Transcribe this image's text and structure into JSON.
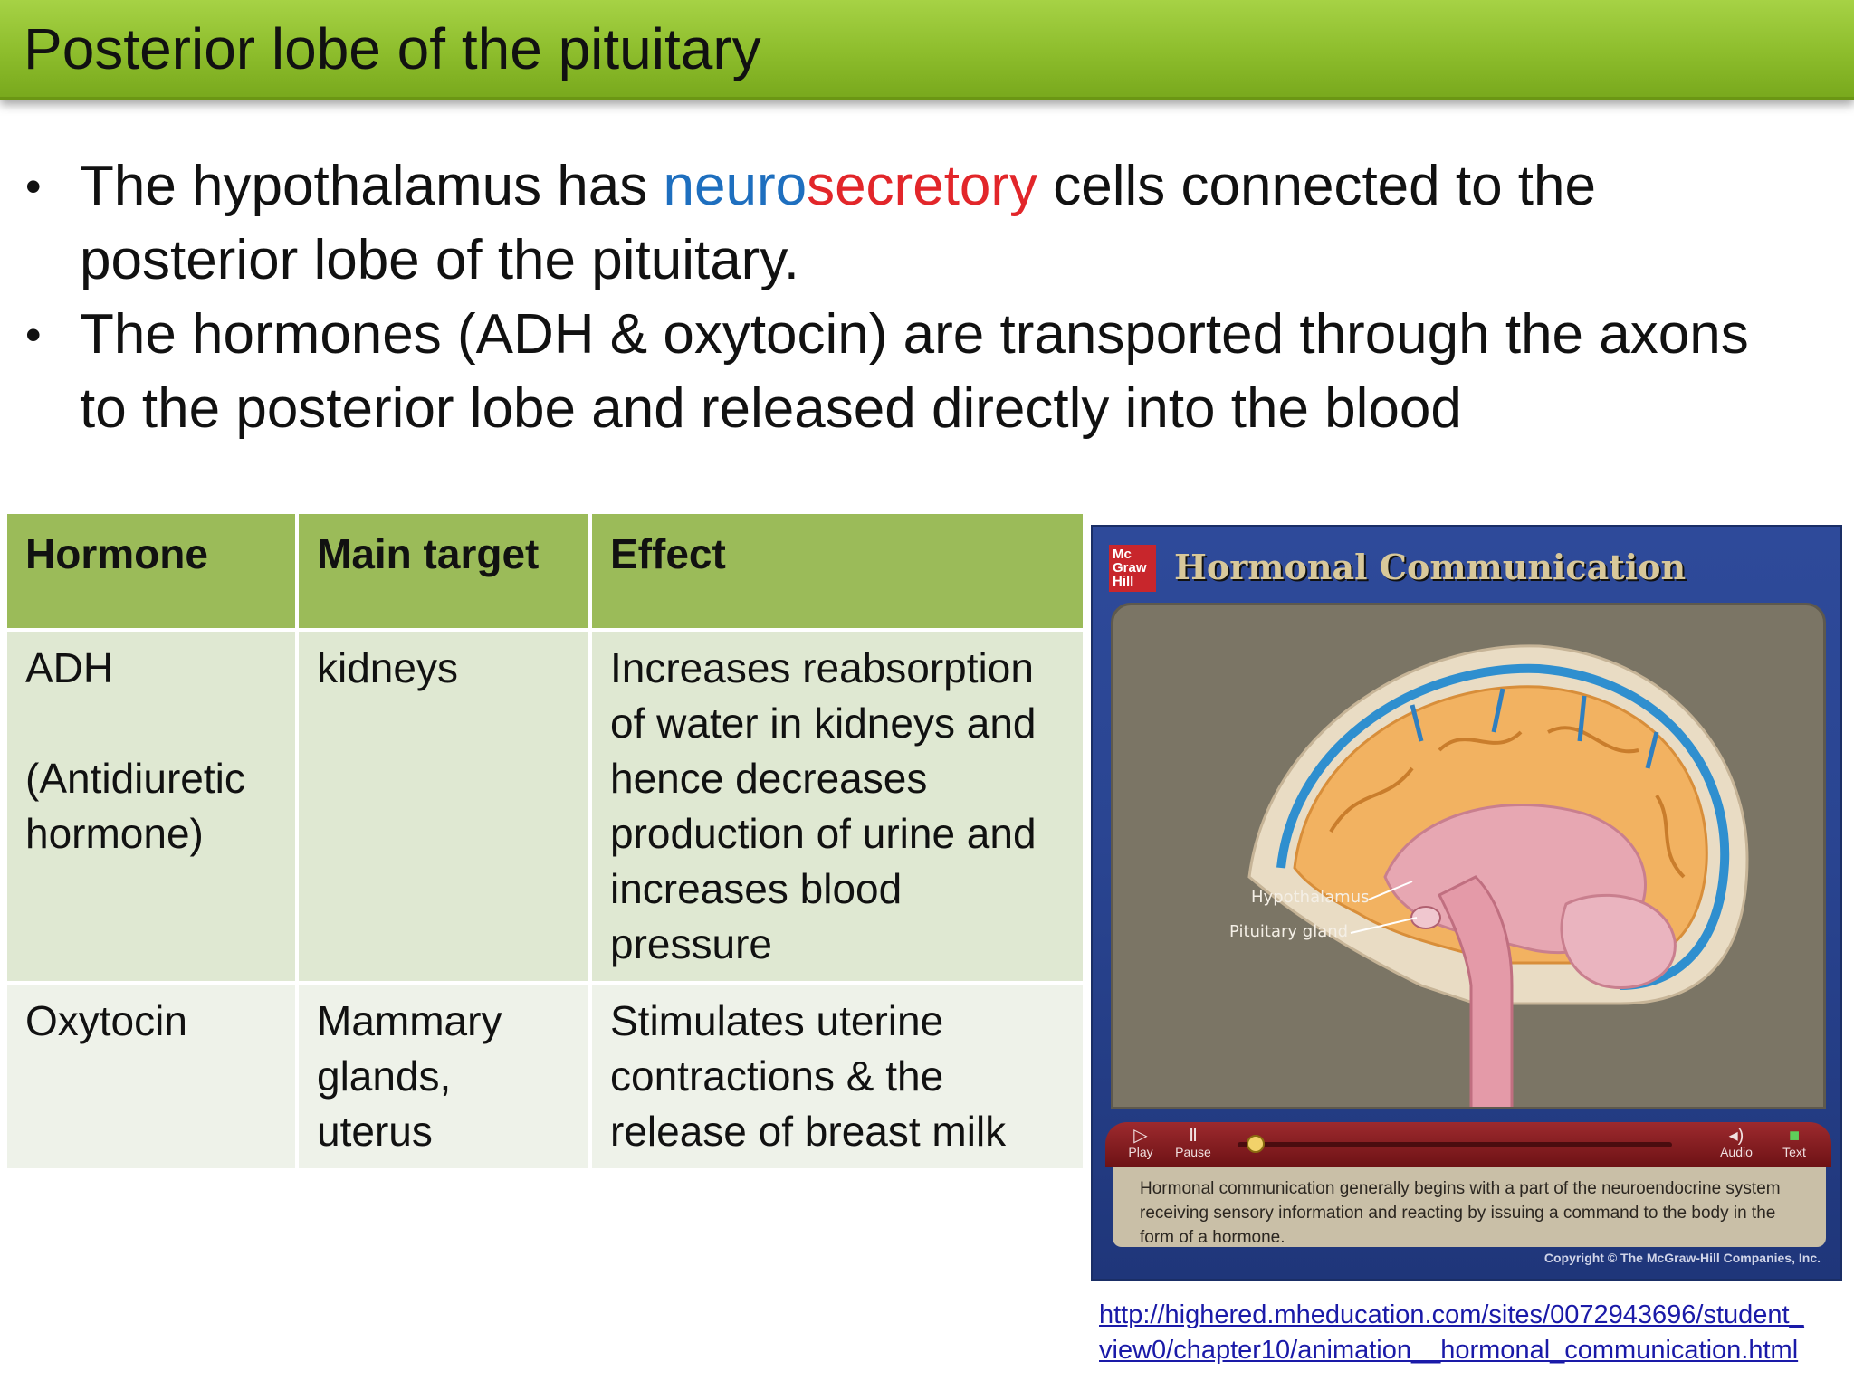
{
  "slide": {
    "title": "Posterior lobe of the pituitary"
  },
  "bullets": [
    {
      "pre": "The hypothalamus has ",
      "blue": "neuro",
      "red": "secretory",
      "post": " cells connected to the",
      "line2": "posterior lobe of the pituitary."
    },
    {
      "line1": "The hormones (ADH & oxytocin) are transported through the axons",
      "line2": "to the posterior lobe  and released directly into the blood"
    }
  ],
  "table": {
    "headers": [
      "Hormone",
      "Main target",
      "Effect"
    ],
    "rows": [
      {
        "hormone_abbr": "ADH",
        "hormone_full_1": "(Antidiuretic",
        "hormone_full_2": "hormone)",
        "target_1": "kidneys",
        "effect": [
          "Increases reabsorption",
          "of water in kidneys and",
          "hence decreases",
          "production of urine and",
          "increases blood",
          "pressure"
        ]
      },
      {
        "hormone_abbr": "Oxytocin",
        "target": [
          "Mammary",
          "glands,",
          "uterus"
        ],
        "effect": [
          "Stimulates uterine",
          "contractions & the",
          "release of breast milk"
        ]
      }
    ]
  },
  "animation": {
    "logo_text": [
      "Mc",
      "Graw",
      "Hill"
    ],
    "title": "Hormonal Communication",
    "labels": {
      "hypothalamus": "Hypothalamus",
      "pituitary": "Pituitary gland"
    },
    "controls": {
      "play": "Play",
      "pause": "Pause",
      "audio": "Audio",
      "text": "Text"
    },
    "caption": "Hormonal communication generally begins with a part of the neuroendocrine system receiving sensory information and reacting by issuing a command to the body in the form of a hormone.",
    "copyright": "Copyright © The McGraw-Hill Companies, Inc.",
    "progress": 0.02
  },
  "source": {
    "line1": "http://highered.mheducation.com/sites/0072943696/student_",
    "line2": "view0/chapter10/animation__hormonal_communication.html"
  },
  "colors": {
    "title_bar": "#8dbd2c",
    "table_header": "#9bbb59",
    "row_1": "#dfe8d2",
    "row_2": "#eef2e9",
    "neuro_blue": "#1e6fbf",
    "secretory_red": "#e2262a",
    "link": "#1a1aa8"
  }
}
